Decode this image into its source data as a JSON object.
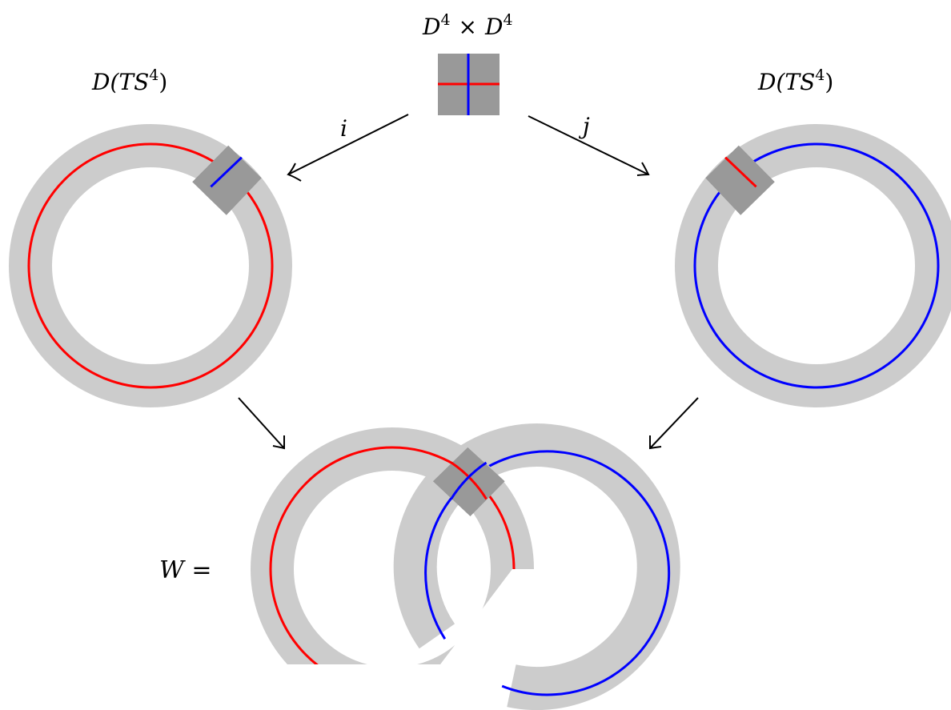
{
  "labels": {
    "top_product": {
      "base1": "D",
      "exp1": "4",
      "times": "×",
      "base2": "D",
      "exp2": "4"
    },
    "left_bundle": {
      "open": "D(",
      "T": "T",
      "S": "S",
      "exp": "4",
      "close": ")"
    },
    "right_bundle": {
      "open": "D(",
      "T": "T",
      "S": "S",
      "exp": "4",
      "close": ")"
    },
    "map_i": "i",
    "map_j": "j",
    "result_lhs": "W ="
  },
  "colors": {
    "annulus": "#cccccc",
    "patch": "#999999",
    "red_core": "#ff0000",
    "blue_core": "#0000ff",
    "arrow": "#000000",
    "background": "#ffffff"
  }
}
